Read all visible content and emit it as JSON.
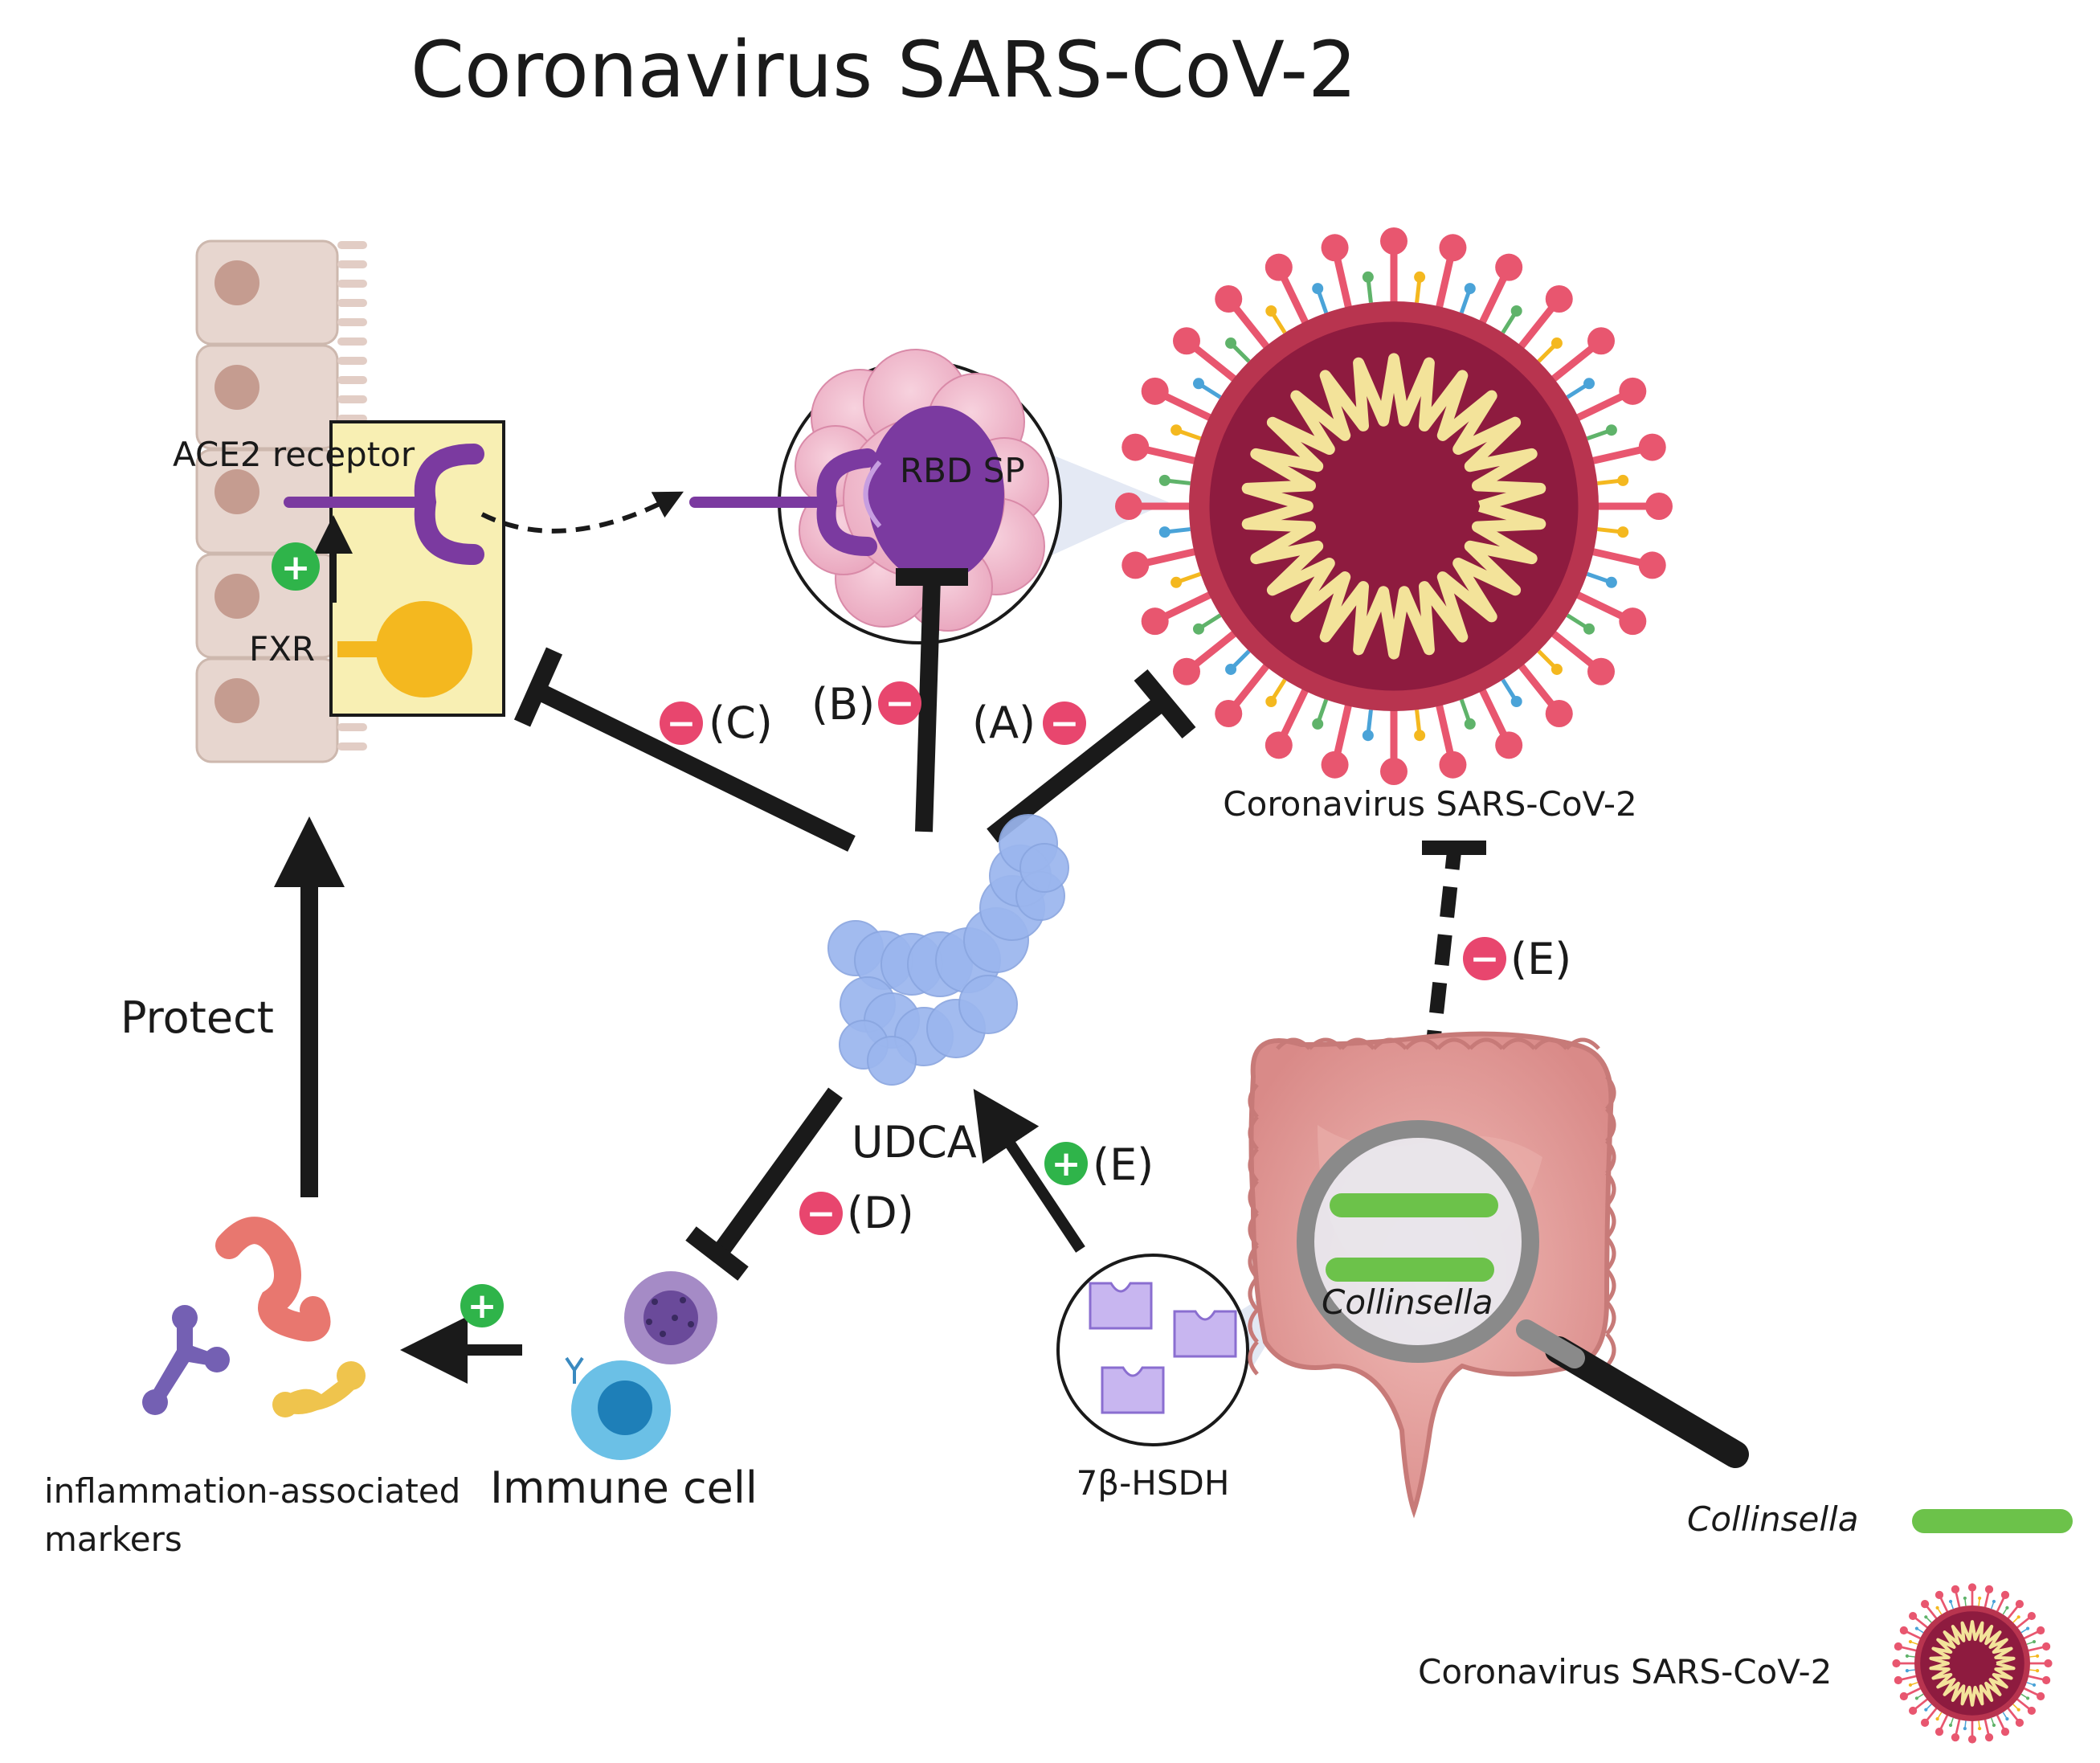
{
  "title": "Coronavirus SARS-CoV-2",
  "labels": {
    "ace2": "ACE2 receptor",
    "fxr": "FXR",
    "rbd_sp": "RBD SP",
    "virus_caption": "Coronavirus SARS-CoV-2",
    "udca": "UDCA",
    "protect": "Protect",
    "markers_line1": "inflammation-associated",
    "markers_line2": "markers",
    "immune_cell": "Immune cell",
    "enzyme": "7β-HSDH",
    "collinsella_lens": "Collinsella"
  },
  "effects": {
    "A": "(A)",
    "B": "(B)",
    "C": "(C)",
    "D": "(D)",
    "E_virus": "(E)",
    "E_udca": "(E)"
  },
  "signs": {
    "minus": "−",
    "plus": "+"
  },
  "legend": {
    "collinsella": "Collinsella",
    "virus": "Coronavirus SARS-CoV-2"
  },
  "colors": {
    "inhibit_sign": "#e8466e",
    "promote_sign": "#2fb44a",
    "virus_body": "#8e1b3f",
    "virus_spike": "#e8566f",
    "rna": "#f3e39a",
    "collinsella": "#6cc24a",
    "udca": "#9bb6ee",
    "receptor": "#7b3aa0",
    "fxr": "#f4b81f",
    "epithelium": "#e7d6cf",
    "colon": "#e6a3a0"
  }
}
